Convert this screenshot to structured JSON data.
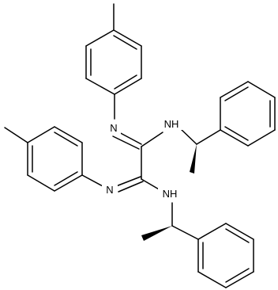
{
  "atoms": {
    "n_upper": "N",
    "n_lower": "N",
    "nh_upper": "NH",
    "nh_lower": "NH"
  },
  "colors": {
    "ink": "#000000",
    "background": "#ffffff"
  }
}
